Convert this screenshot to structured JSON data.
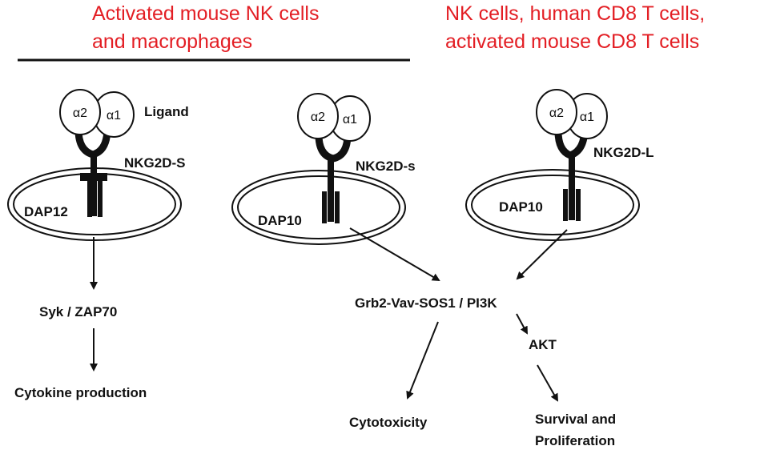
{
  "headers": {
    "left_line1": "Activated mouse NK cells",
    "left_line2": "and macrophages",
    "right_line1": "NK cells, human CD8 T cells,",
    "right_line2": "activated mouse CD8 T cells"
  },
  "subunits": {
    "alpha2": "α2",
    "alpha1": "α1"
  },
  "labels": {
    "ligand": "Ligand",
    "nkg2d_S": "NKG2D-S",
    "nkg2d_s": "NKG2D-s",
    "nkg2d_L": "NKG2D-L",
    "dap12": "DAP12",
    "dap10_mid": "DAP10",
    "dap10_right": "DAP10",
    "syk_zap70": "Syk / ZAP70",
    "cytokine": "Cytokine production",
    "grb2": "Grb2-Vav-SOS1 / PI3K",
    "akt": "AKT",
    "cytotoxicity": "Cytotoxicity",
    "survival_line1": "Survival and",
    "survival_line2": "Proliferation"
  },
  "colors": {
    "header": "#e31e24",
    "ink": "#111111"
  }
}
